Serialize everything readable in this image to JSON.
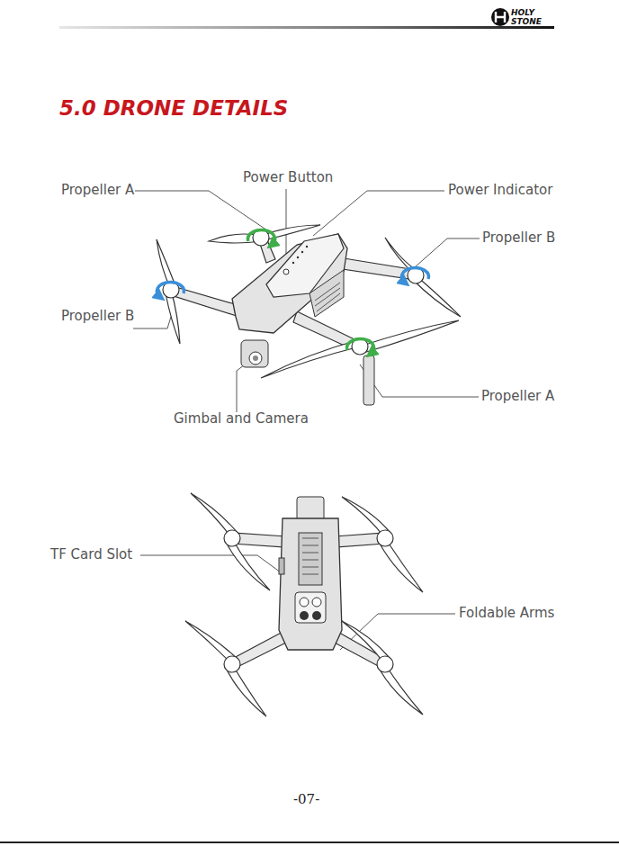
{
  "diagram": {
    "title": "5.0 DRONE DETAILS",
    "labels": [
      "HOLY",
      "STONE",
      "Propeller A",
      "Power Button",
      "Power Indicator",
      "Propeller B",
      "Propeller B",
      "Propeller A",
      "Gimbal and Camera",
      "TF Card Slot",
      "Foldable Arms",
      "-07-"
    ]
  }
}
